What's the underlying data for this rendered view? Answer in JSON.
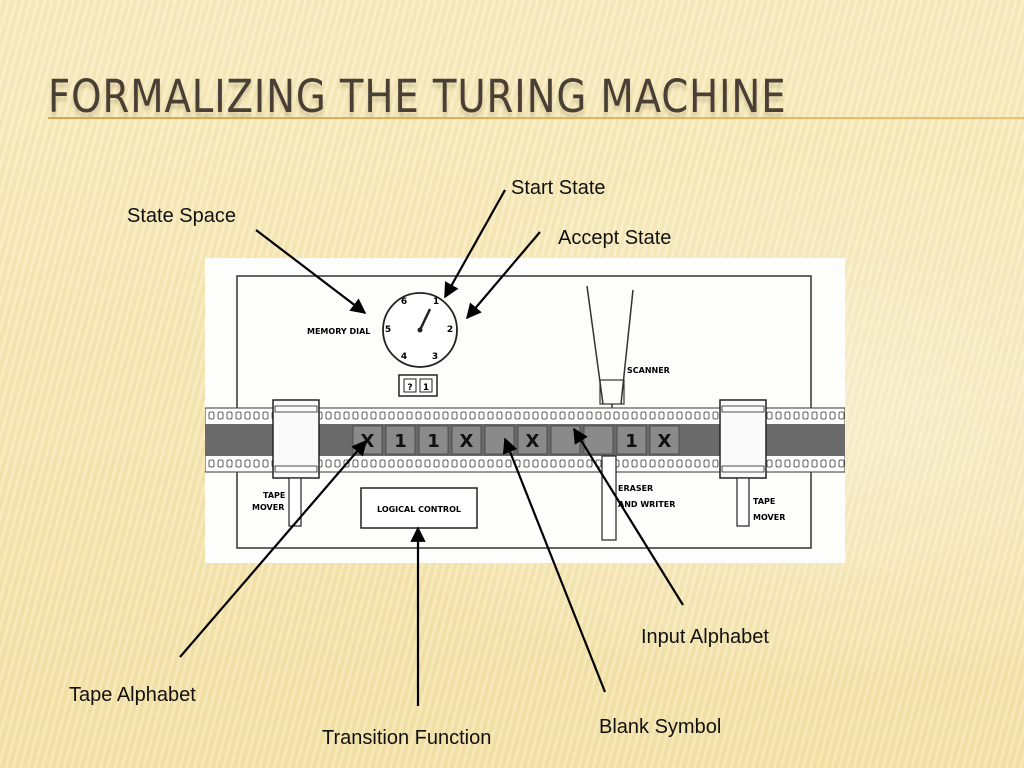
{
  "slide": {
    "title": "Formalizing the Turing Machine"
  },
  "callouts": {
    "start_state": "Start State",
    "state_space": "State Space",
    "accept_state": "Accept State",
    "input_alphabet": "Input Alphabet",
    "tape_alphabet": "Tape Alphabet",
    "blank_symbol": "Blank Symbol",
    "transition_function": "Transition Function"
  },
  "diagram": {
    "memory_dial_label": "MEMORY DIAL",
    "dial_numbers": [
      "1",
      "2",
      "3",
      "4",
      "5",
      "6"
    ],
    "state_window": [
      "?",
      "1"
    ],
    "scanner_label": "SCANNER",
    "tape_mover_left": [
      "TAPE",
      "MOVER"
    ],
    "tape_mover_right": [
      "TAPE",
      "MOVER"
    ],
    "logical_control_label": "LOGICAL CONTROL",
    "eraser_writer_label": [
      "ERASER",
      "AND WRITER"
    ],
    "tape_symbols": [
      "X",
      "1",
      "1",
      "X",
      "",
      "X",
      "",
      "",
      "1",
      "X"
    ]
  },
  "colors": {
    "title": "#4a3f35",
    "rule": "#e6b25c",
    "background": "#f6e7b6"
  }
}
